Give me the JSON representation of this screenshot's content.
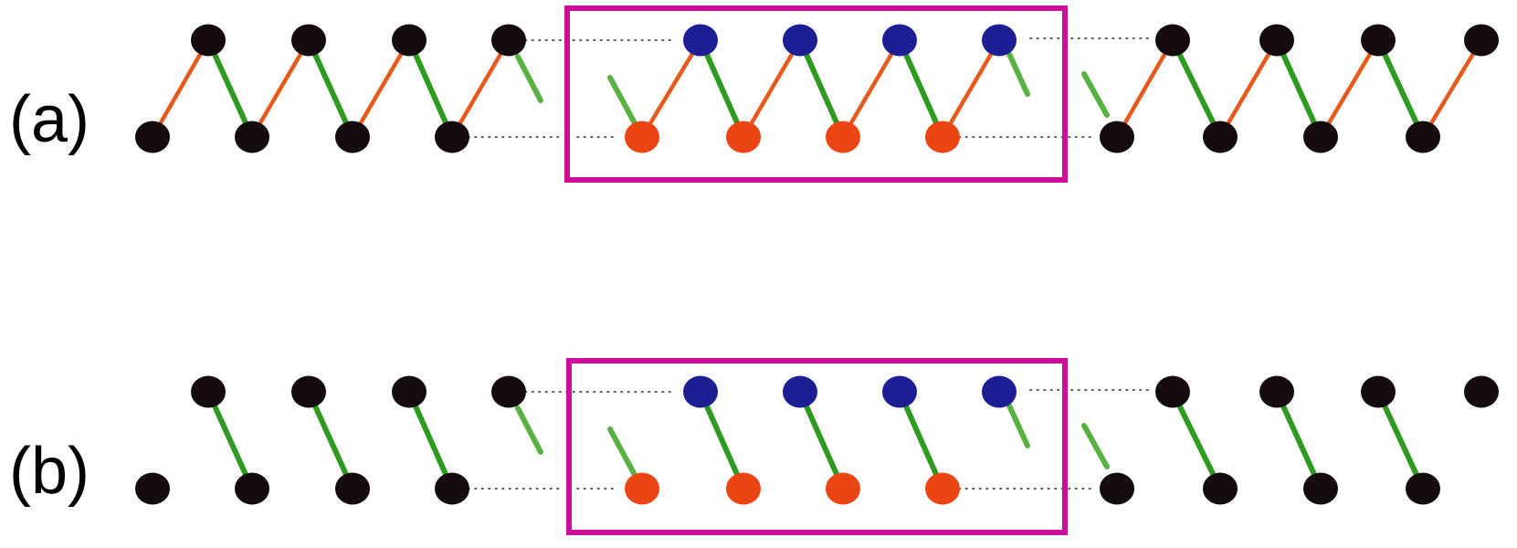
{
  "panels": [
    {
      "label": "(a)",
      "variant": "with orange bonds"
    },
    {
      "label": "(b)",
      "variant": "without orange bonds"
    }
  ],
  "colors": {
    "atom_black": "#140c0c",
    "atom_blue": "#1c1e94",
    "atom_orange": "#eb4514",
    "bond_green": "#2e9a1f",
    "bond_green_stub": "#58b243",
    "bond_orange": "#e85a1c",
    "frame_magenta": "#cc0f99",
    "guide_dots": "#222222"
  },
  "icons": {
    "atom": "filled-ellipse",
    "bond": "line",
    "box": "rectangle-outline"
  }
}
